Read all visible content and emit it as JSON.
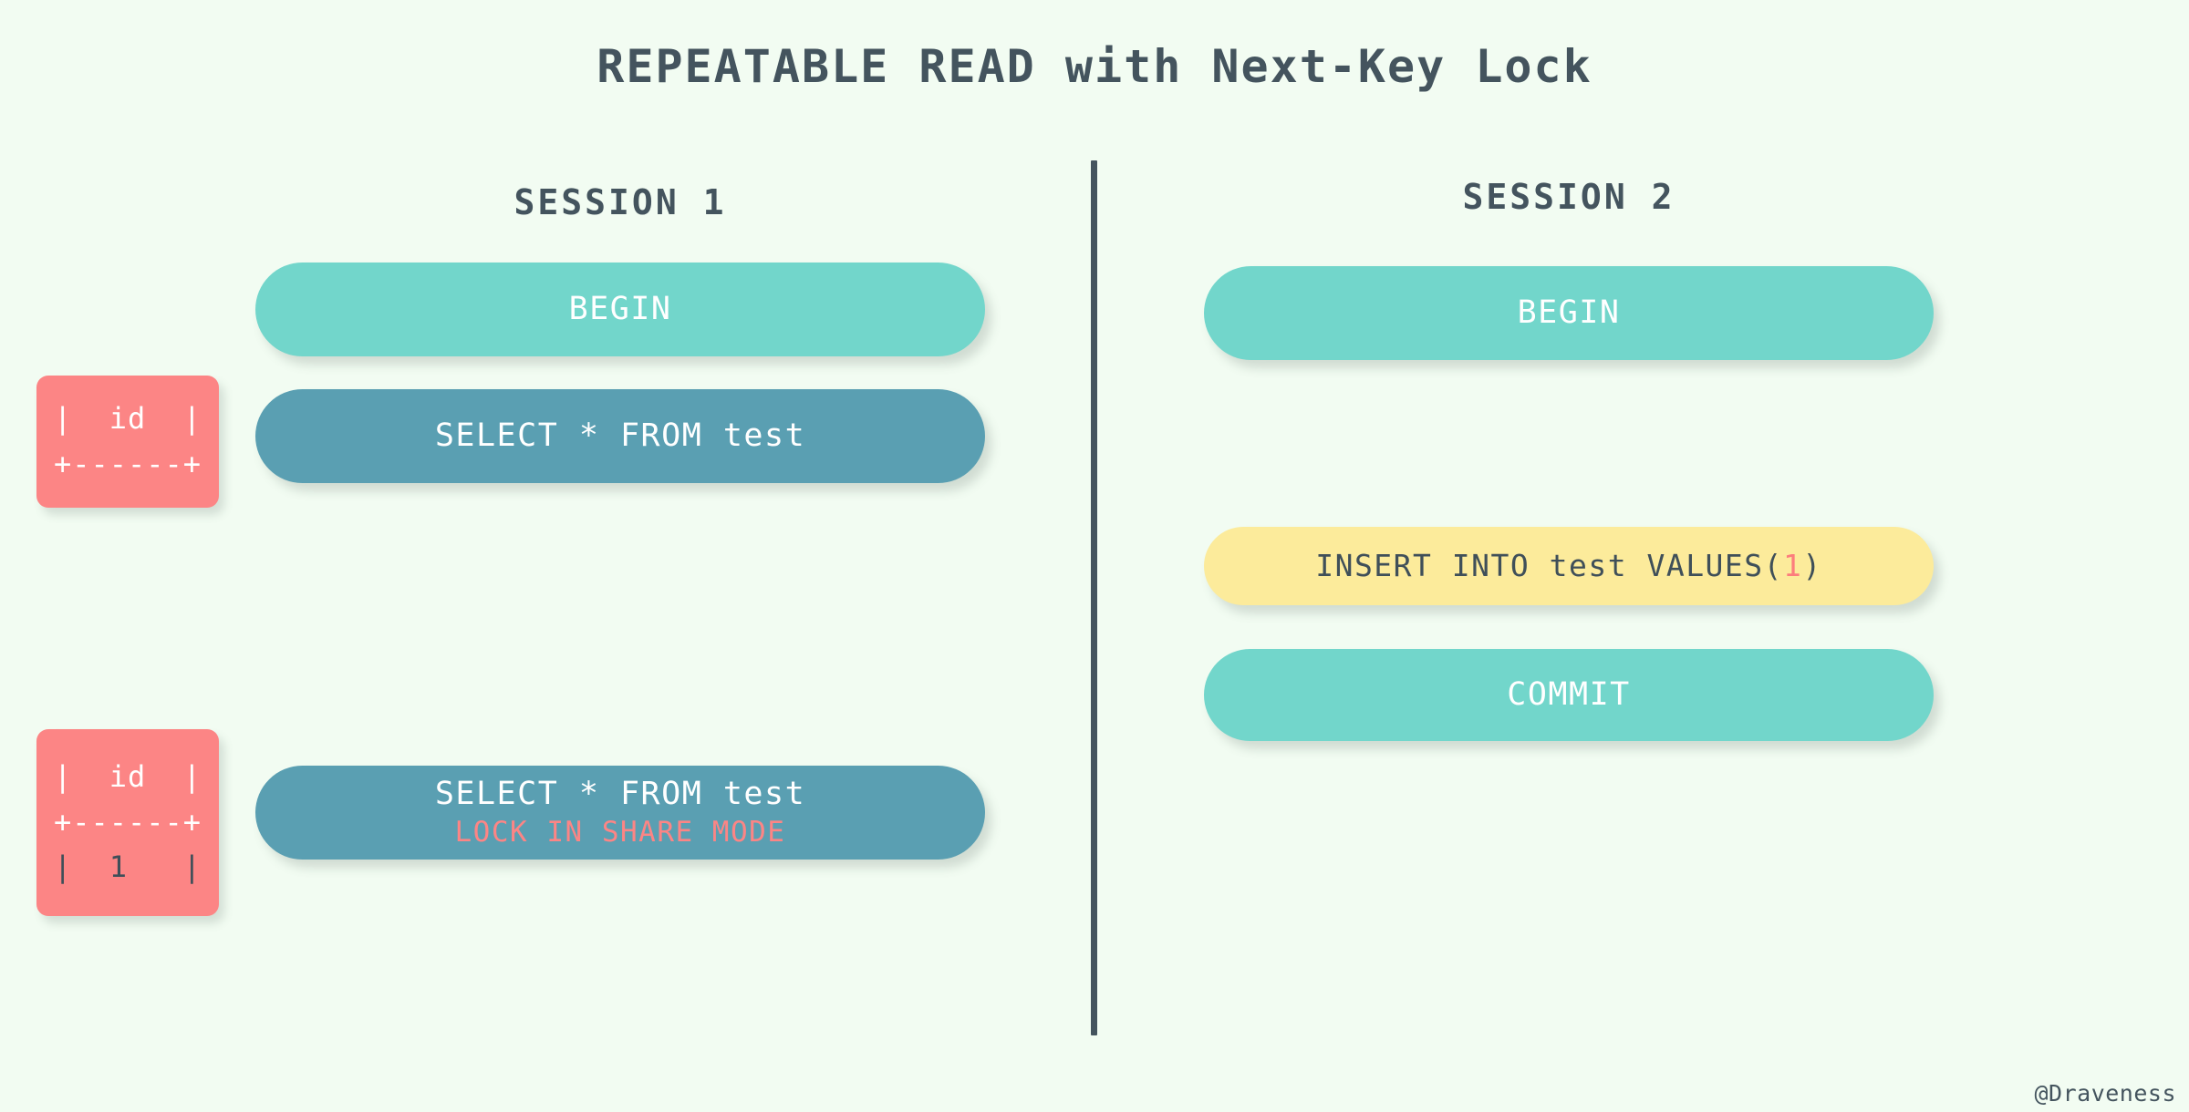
{
  "title": "REPEATABLE READ with Next-Key Lock",
  "colors": {
    "background": "#f2fcf2",
    "text_dark": "#44545e",
    "teal": "#72d6cb",
    "blue": "#5a9fb2",
    "yellow": "#fceb9b",
    "red": "#fc8585",
    "highlight": "#fc7d7d"
  },
  "sessions": [
    {
      "header": "SESSION 1",
      "statements": [
        {
          "id": "s1-begin",
          "kind": "teal",
          "primary": "BEGIN"
        },
        {
          "id": "s1-select",
          "kind": "blue",
          "primary": "SELECT * FROM test"
        },
        {
          "id": "s1-select-lock",
          "kind": "blue",
          "primary": "SELECT * FROM test",
          "secondary": "LOCK IN SHARE MODE"
        }
      ]
    },
    {
      "header": "SESSION 2",
      "statements": [
        {
          "id": "s2-begin",
          "kind": "teal",
          "primary": "BEGIN"
        },
        {
          "id": "s2-insert",
          "kind": "yellow",
          "primary_pre": "INSERT INTO test VALUES(",
          "primary_hl": "1",
          "primary_post": ")"
        },
        {
          "id": "s2-commit",
          "kind": "teal",
          "primary": "COMMIT"
        }
      ]
    }
  ],
  "results": [
    {
      "id": "result-1",
      "rows": [
        {
          "text": "|  id  |",
          "dark": false
        },
        {
          "text": "+------+",
          "dark": false
        }
      ]
    },
    {
      "id": "result-2",
      "rows": [
        {
          "text": "|  id  |",
          "dark": false
        },
        {
          "text": "+------+",
          "dark": false
        },
        {
          "text": "|  1   |",
          "dark": true
        }
      ]
    }
  ],
  "watermark": "@Draveness"
}
